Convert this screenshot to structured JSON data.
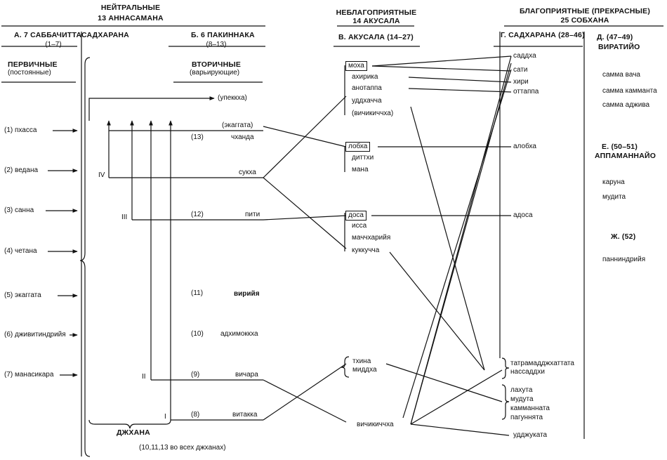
{
  "header": {
    "neutral_title_line1": "НЕЙТРАЛЬНЫЕ",
    "neutral_title_line2": "13 АННАСАМАНА",
    "unfav_title_line1": "НЕБЛАГОПРИЯТНЫЕ",
    "unfav_title_line2": "14 АКУСАЛА",
    "fav_title_line1": "БЛАГОПРИЯТНЫЕ (ПРЕКРАСНЫЕ)",
    "fav_title_line2": "25 СОБХАНА"
  },
  "columns": {
    "a_title_line1": "А. 7 САББАЧИТТАСАДХАРАНА",
    "a_title_line2": "(1–7)",
    "b_title_line1": "Б. 6 ПАКИННАКА",
    "b_title_line2": "(8–13)",
    "v_title": "В. АКУСАЛА (14–27)",
    "g_title": "Г. САДХАРАНА (28–46)",
    "d_title_line1": "Д. (47–49)",
    "d_title_line2": "ВИРАТИЙО",
    "primary_line1": "ПЕРВИЧНЫЕ",
    "primary_line2": "(постоянные)",
    "secondary_line1": "ВТОРИЧНЫЕ",
    "secondary_line2": "(варьирующие)"
  },
  "primary_items": [
    "(1) пхасса",
    "(2) ведана",
    "(3) санна",
    "(4) четана",
    "(5) экаггата",
    "(6) дживитиндрийя",
    "(7) манасикара"
  ],
  "secondary": {
    "upekkha": "(упеккха)",
    "ekaggata": "(экаггата)",
    "n13": "(13)",
    "chhanda": "чханда",
    "sukha": "сукха",
    "n12": "(12)",
    "piti": "пити",
    "n11": "(11)",
    "viriya": "вирийя",
    "n10": "(10)",
    "adhimokkha": "адхимоккха",
    "n9": "(9)",
    "vichara": "вичара",
    "n8": "(8)",
    "vitakka": "витакка"
  },
  "jhana": {
    "roman4": "IV",
    "roman3": "III",
    "roman2": "II",
    "roman1": "I",
    "label": "ДЖХАНА",
    "note": "(10,11,13 во всех джханах)"
  },
  "akusala": {
    "moha": "моха",
    "ahirika": "ахирика",
    "anottanna": "анотаппа",
    "uddhachcha": "уддхачча",
    "vichikichcha_paren": "(вичикиччха)",
    "lobha": "лобха",
    "ditthi": "диттхи",
    "mana": "мана",
    "dosa": "доса",
    "issa": "исса",
    "macchariya": "маччхарийя",
    "kukkuchcha": "куккучча",
    "thina": "тхина",
    "middha": "миддха",
    "vichikichcha": "вичикиччха"
  },
  "sadharana": {
    "saddha": "саддха",
    "sati": "сати",
    "hiri": "хири",
    "ottappa": "оттаппа",
    "alobha": "алобха",
    "adosa": "адоса",
    "tatra1": "татрамадджхаттата",
    "tatra2": "нассаддхи",
    "lahuta": "лахута",
    "muduta": "мудута",
    "kammannata": "камманната",
    "pagunnata": "пагуннята",
    "ujjukata": "удджуката"
  },
  "beautiful": {
    "samma_vacha": "самма вача",
    "samma_kammanta": "самма камманта",
    "samma_adzhiva": "самма аджива",
    "e_title_line1": "Е. (50–51)",
    "e_title_line2": "АППАМАННАЙО",
    "karuna": "каруна",
    "mudita": "мудита",
    "zh_title": "Ж. (52)",
    "pannindriya": "панниндрийя"
  }
}
